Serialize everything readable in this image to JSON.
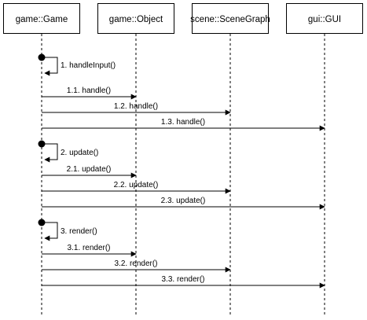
{
  "participants": [
    {
      "id": "game",
      "name": "game::Game"
    },
    {
      "id": "object",
      "name": "game::Object"
    },
    {
      "id": "scene",
      "name": "scene::SceneGraph"
    },
    {
      "id": "gui",
      "name": "gui::GUI"
    }
  ],
  "phases": [
    {
      "self": {
        "from": "game",
        "label": "1. handleInput()"
      },
      "messages": [
        {
          "from": "game",
          "to": "object",
          "label": "1.1. handle()"
        },
        {
          "from": "game",
          "to": "scene",
          "label": "1.2. handle()"
        },
        {
          "from": "game",
          "to": "gui",
          "label": "1.3. handle()"
        }
      ]
    },
    {
      "self": {
        "from": "game",
        "label": "2. update()"
      },
      "messages": [
        {
          "from": "game",
          "to": "object",
          "label": "2.1. update()"
        },
        {
          "from": "game",
          "to": "scene",
          "label": "2.2. update()"
        },
        {
          "from": "game",
          "to": "gui",
          "label": "2.3. update()"
        }
      ]
    },
    {
      "self": {
        "from": "game",
        "label": "3. render()"
      },
      "messages": [
        {
          "from": "game",
          "to": "object",
          "label": "3.1. render()"
        },
        {
          "from": "game",
          "to": "scene",
          "label": "3.2. render()"
        },
        {
          "from": "game",
          "to": "gui",
          "label": "3.3. render()"
        }
      ]
    }
  ]
}
